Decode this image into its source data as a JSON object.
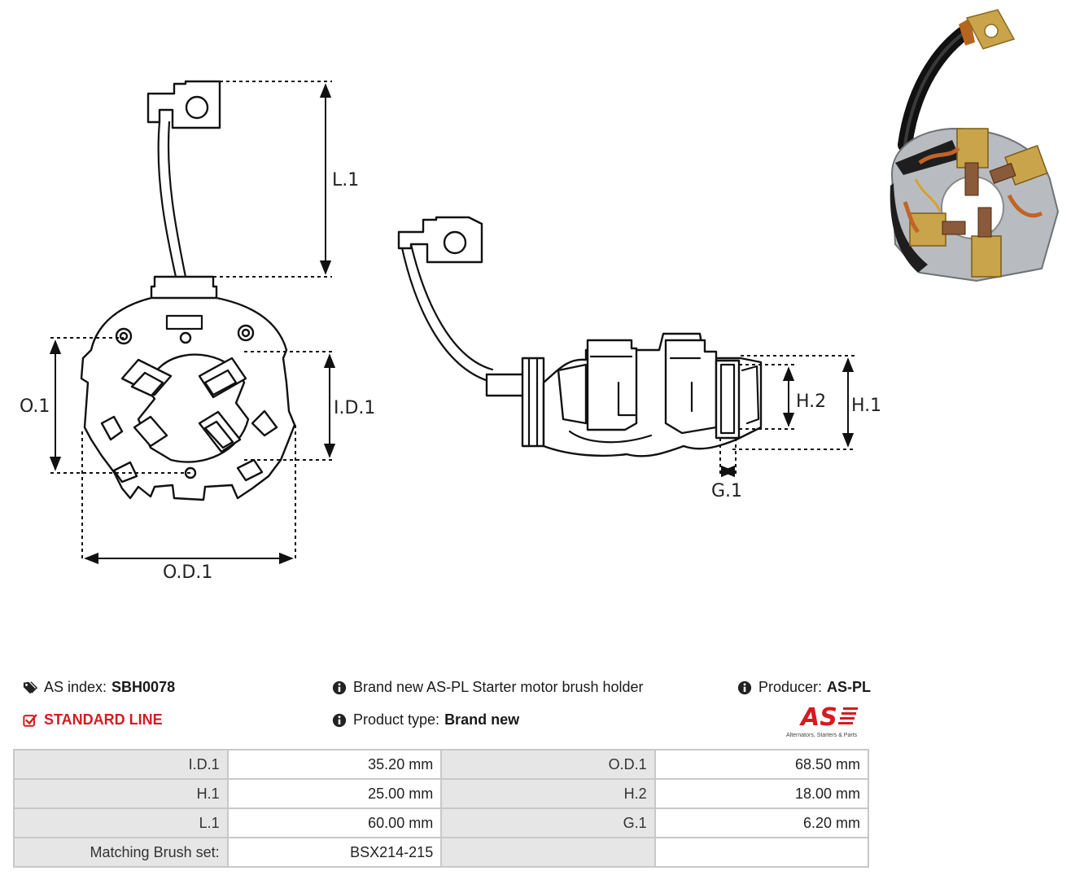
{
  "drawing": {
    "labels": {
      "l1": "L.1",
      "o1": "O.1",
      "id1": "I.D.1",
      "od1": "O.D.1",
      "h1": "H.1",
      "h2": "H.2",
      "g1": "G.1"
    }
  },
  "info": {
    "index_label": "AS index:",
    "index_value": "SBH0078",
    "standard_line": "STANDARD LINE",
    "description": "Brand new AS-PL Starter motor brush holder",
    "product_type_label": "Product type:",
    "product_type_value": "Brand new",
    "producer_label": "Producer:",
    "producer_value": "AS-PL",
    "logo_text": "AS",
    "logo_tagline": "Alternators, Starters & Parts",
    "colors": {
      "accent_red": "#d71920"
    }
  },
  "specs": {
    "rows": [
      {
        "l1": "I.D.1",
        "v1": "35.20 mm",
        "l2": "O.D.1",
        "v2": "68.50 mm"
      },
      {
        "l1": "H.1",
        "v1": "25.00 mm",
        "l2": "H.2",
        "v2": "18.00 mm"
      },
      {
        "l1": "L.1",
        "v1": "60.00 mm",
        "l2": "G.1",
        "v2": "6.20 mm"
      },
      {
        "l1": "Matching Brush set:",
        "v1": "BSX214-215",
        "l2": "",
        "v2": ""
      }
    ]
  }
}
